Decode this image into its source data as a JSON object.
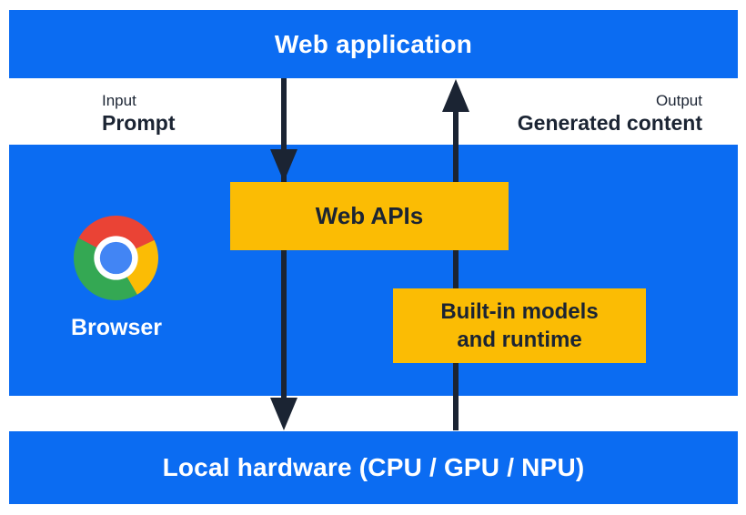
{
  "top_band": {
    "label": "Web application"
  },
  "flow_labels": {
    "input_caption": "Input",
    "input_value": "Prompt",
    "output_caption": "Output",
    "output_value": "Generated content"
  },
  "middle_band": {
    "browser_label": "Browser",
    "logo_icon": "chrome-browser-icon",
    "web_apis_box": {
      "label": "Web APIs"
    },
    "builtin_box": {
      "line1": "Built-in models",
      "line2": "and runtime"
    }
  },
  "bottom_band": {
    "label": "Local hardware (CPU / GPU / NPU)"
  },
  "arrows": {
    "input_flow_icon": "down-arrow-icon",
    "output_flow_icon": "up-arrow-icon"
  },
  "colors": {
    "band_blue": "#0b6cf2",
    "box_yellow": "#fbbc04",
    "ink_navy": "#1b2433",
    "text_white": "#ffffff",
    "chrome_red": "#ea4335",
    "chrome_yellow": "#fbbc05",
    "chrome_green": "#34a853",
    "chrome_blue": "#4285f4"
  }
}
